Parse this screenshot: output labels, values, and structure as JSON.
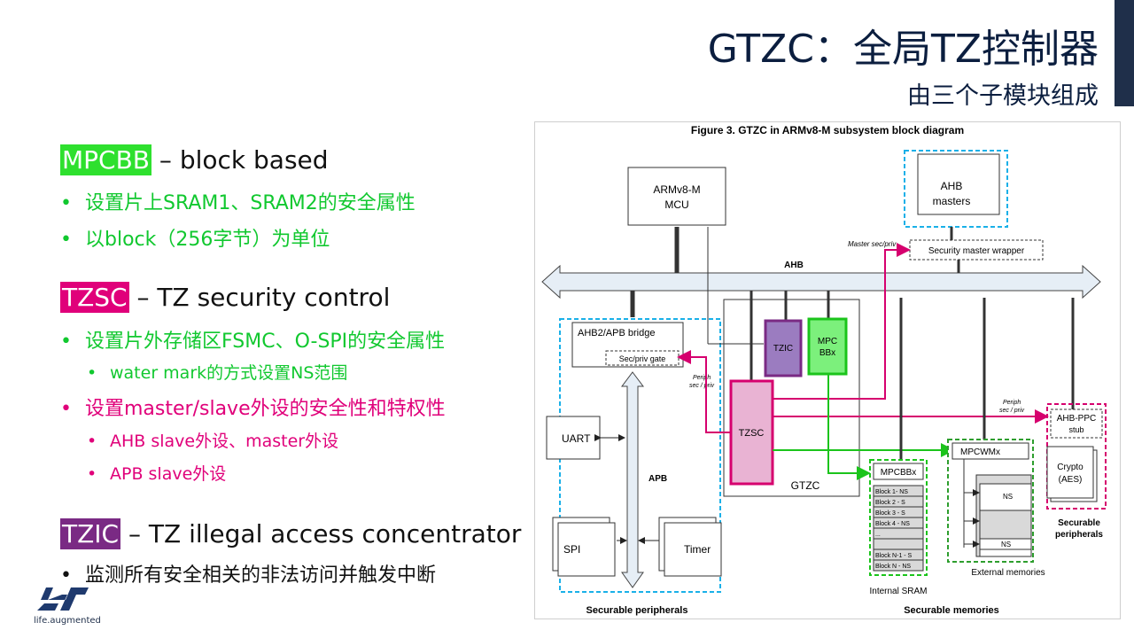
{
  "slide": {
    "title": "GTZC：全局TZ控制器",
    "subtitle": "由三个子模块组成"
  },
  "left": {
    "mpcbb": {
      "tag": "MPCBB",
      "desc": " – block based",
      "bullets": [
        "设置片上SRAM1、SRAM2的安全属性",
        "以block（256字节）为单位"
      ]
    },
    "tzsc": {
      "tag": "TZSC",
      "desc": " – TZ security control",
      "bullets": [
        {
          "level": 1,
          "text": "设置片外存储区FSMC、O-SPI的安全属性"
        },
        {
          "level": 2,
          "text": "water mark的方式设置NS范围"
        },
        {
          "level": 1,
          "text": "设置master/slave外设的安全性和特权性"
        },
        {
          "level": 2,
          "text": "AHB slave外设、master外设"
        },
        {
          "level": 2,
          "text": "APB slave外设"
        }
      ]
    },
    "tzic": {
      "tag": "TZIC",
      "desc": " – TZ illegal access concentrator",
      "bullets": [
        "监测所有安全相关的非法访问并触发中断"
      ]
    },
    "bullet_char": "•"
  },
  "logo": {
    "text": "life.augmented"
  },
  "figure": {
    "caption": "Figure 3. GTZC in ARMv8-M subsystem block diagram",
    "labels": {
      "mcu_1": "ARMv8-M",
      "mcu_2": "MCU",
      "ahb_masters_1": "AHB",
      "ahb_masters_2": "masters",
      "master_sec_priv": "Master sec/priv",
      "security_master_wrapper": "Security master wrapper",
      "ahb": "AHB",
      "bridge": "AHB2/APB bridge",
      "sec_priv_gate": "Sec/priv gate",
      "periph_sec_priv_1": "Periph",
      "periph_sec_priv_2": "sec / priv",
      "tzic_1": "TZIC",
      "mpcbbx_1": "MPC",
      "mpcbbx_2": "BBx",
      "tzsc": "TZSC",
      "gtzc": "GTZC",
      "uart": "UART",
      "apb": "APB",
      "spi": "SPI",
      "timer": "Timer",
      "periph2_1": "Periph",
      "periph2_2": "sec / priv",
      "ahb_ppc_1": "AHB-PPC",
      "ahb_ppc_2": "stub",
      "crypto_1": "Crypto",
      "crypto_2": "(AES)",
      "securable_peripherals_r_1": "Securable",
      "securable_peripherals_r_2": "peripherals",
      "mpcbbx_mem": "MPCBBx",
      "mpcwmx": "MPCWMx",
      "ns_1": "NS",
      "ns_2": "NS",
      "internal_sram": "Internal SRAM",
      "external_memories": "External memories",
      "securable_peripherals": "Securable peripherals",
      "securable_memories": "Securable memories"
    },
    "blocks": [
      "Block 1- NS",
      "Block 2 - S",
      "Block 3 - S",
      "Block 4 - NS",
      "...",
      "",
      "Block N-1 - S",
      "Block N - NS"
    ],
    "colors": {
      "tzic": "#9b7cc0",
      "mpcbb": "#7cf07c",
      "tzsc": "#e9b3d3",
      "magenta": "#d6006e",
      "green": "#1bc41b",
      "cyan": "#1ab0e8",
      "darkgreen": "#2e9e2e"
    }
  }
}
